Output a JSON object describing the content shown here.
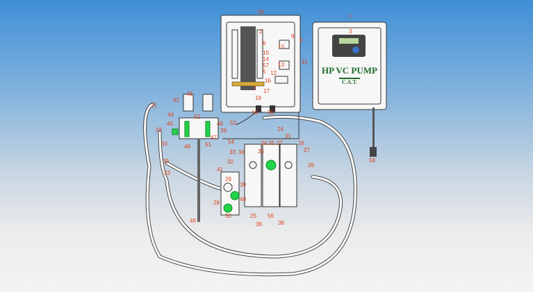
{
  "panel": {
    "title": "HP VC PUMP",
    "subtitle": "C.A.T."
  },
  "colors": {
    "label": "#e0401a",
    "highlight": "#22d34a",
    "panel_text": "#1f6b2a"
  },
  "labels": [
    "55",
    "1",
    "2",
    "3",
    "9",
    "8",
    "10",
    "6",
    "15",
    "14",
    "57",
    "5",
    "11",
    "13",
    "12",
    "16",
    "7",
    "17",
    "18",
    "19",
    "20",
    "43",
    "42",
    "21",
    "44",
    "52",
    "45",
    "46",
    "53",
    "22",
    "39",
    "47",
    "24",
    "31",
    "54",
    "50",
    "51",
    "48",
    "26",
    "27",
    "33",
    "34",
    "34",
    "35",
    "37",
    "35",
    "39",
    "32",
    "39",
    "41",
    "23",
    "29",
    "39",
    "40",
    "28",
    "30",
    "25",
    "56",
    "49",
    "36",
    "38",
    "58"
  ]
}
